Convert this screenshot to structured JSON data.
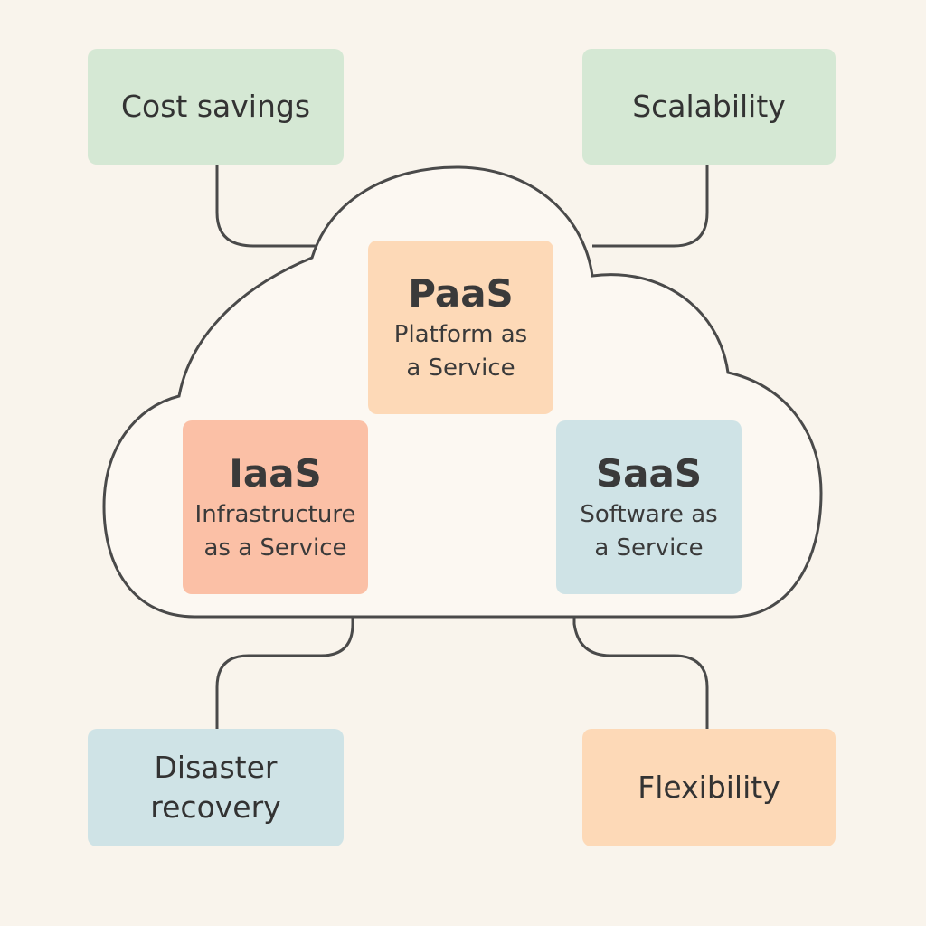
{
  "colors": {
    "background": "#f9f4ec",
    "green": "#d5e8d4",
    "blue": "#cfe3e6",
    "orange": "#fdd9b7",
    "salmon": "#fbc0a6",
    "outline": "#4a4a4a"
  },
  "benefits": {
    "cost": "Cost savings",
    "scalability": "Scalability",
    "disaster_line1": "Disaster",
    "disaster_line2": "recovery",
    "flexibility": "Flexibility"
  },
  "models": {
    "paas": {
      "abbr": "PaaS",
      "line1": "Platform as",
      "line2": "a Service"
    },
    "iaas": {
      "abbr": "IaaS",
      "line1": "Infrastructure",
      "line2": "as a Service"
    },
    "saas": {
      "abbr": "SaaS",
      "line1": "Software as",
      "line2": "a Service"
    }
  }
}
